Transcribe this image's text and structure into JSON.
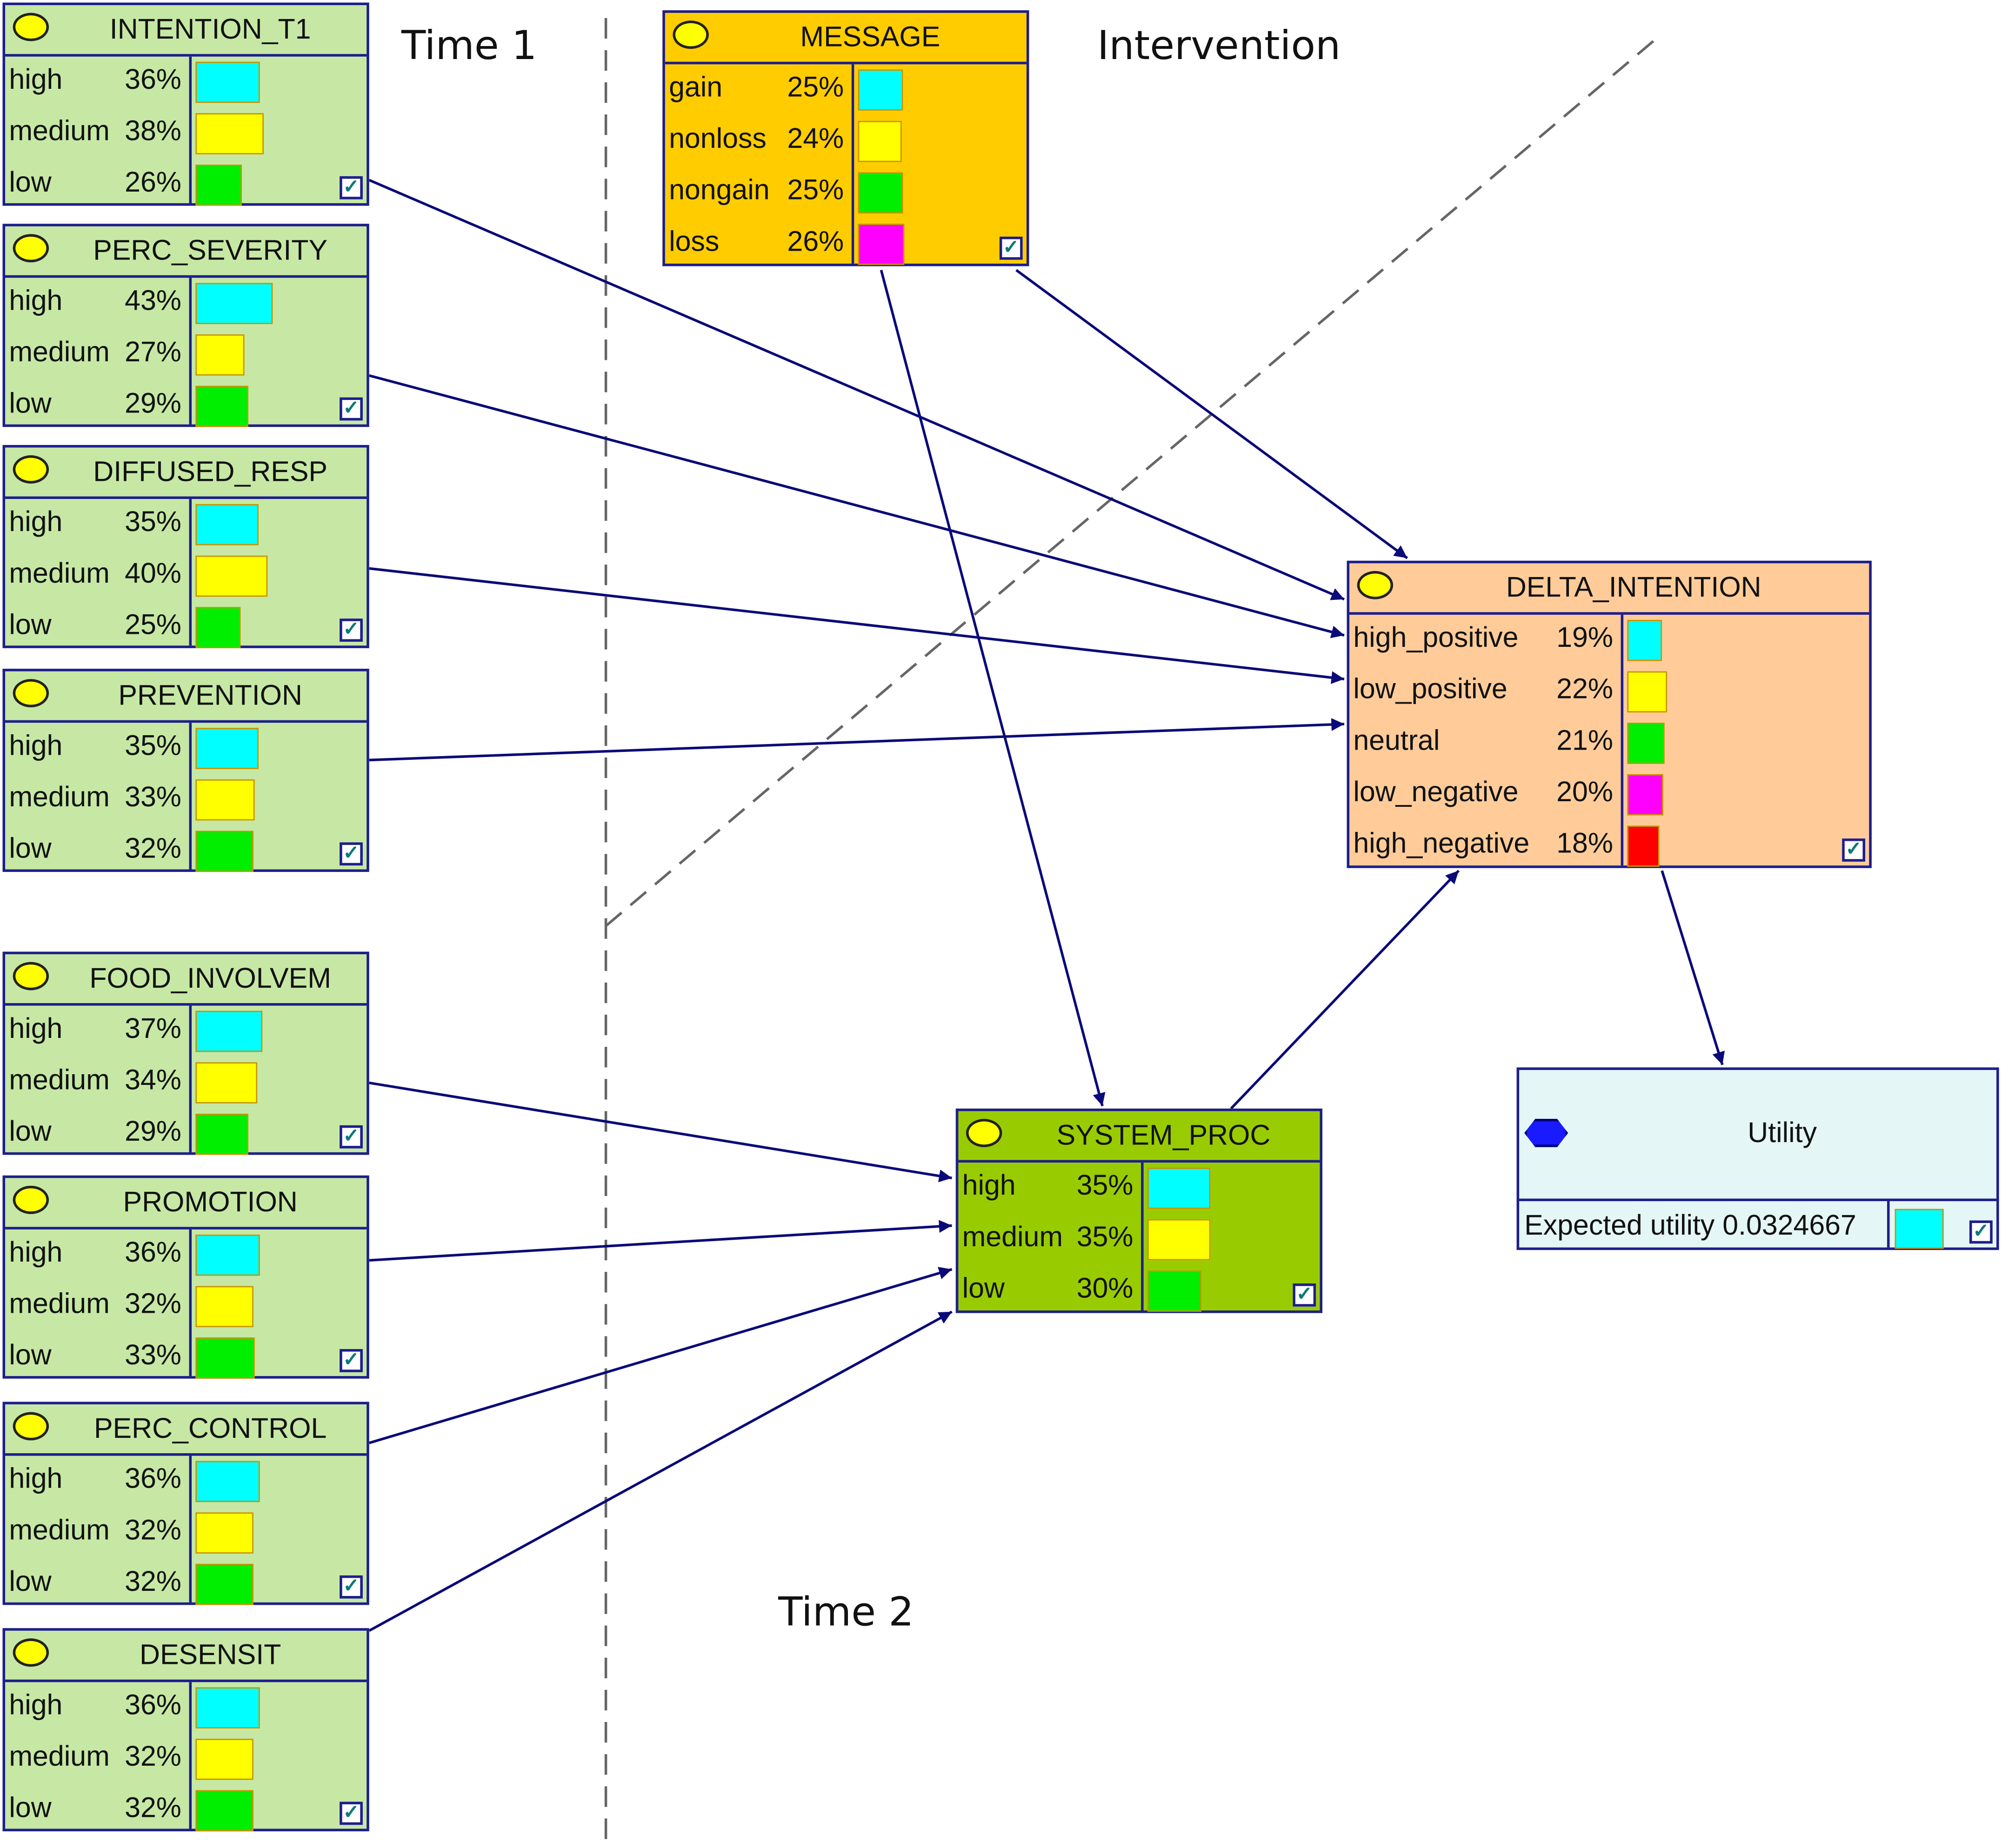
{
  "labels": {
    "time1": "Time 1",
    "intervention": "Intervention",
    "time2": "Time 2"
  },
  "colors": {
    "cyan": "#00ffff",
    "yellow": "#ffff00",
    "green": "#00ee00",
    "magenta": "#ff00ff",
    "red": "#ff0000",
    "node_green": "#c6e8a4",
    "node_orange": "#ffcc00",
    "node_peach": "#ffcc99",
    "node_olive": "#99cc00",
    "node_utility": "#e4f6f6",
    "edge": "#0a0a78"
  },
  "nodes": [
    {
      "id": "intention_t1",
      "title": "INTENTION_T1",
      "states": [
        {
          "name": "high",
          "pct": "36%",
          "value": 0.36,
          "color": "cyan"
        },
        {
          "name": "medium",
          "pct": "38%",
          "value": 0.38,
          "color": "yellow"
        },
        {
          "name": "low",
          "pct": "26%",
          "value": 0.26,
          "color": "green"
        }
      ]
    },
    {
      "id": "perc_severity",
      "title": "PERC_SEVERITY",
      "states": [
        {
          "name": "high",
          "pct": "43%",
          "value": 0.43,
          "color": "cyan"
        },
        {
          "name": "medium",
          "pct": "27%",
          "value": 0.27,
          "color": "yellow"
        },
        {
          "name": "low",
          "pct": "29%",
          "value": 0.29,
          "color": "green"
        }
      ]
    },
    {
      "id": "diffused_resp",
      "title": "DIFFUSED_RESP",
      "states": [
        {
          "name": "high",
          "pct": "35%",
          "value": 0.35,
          "color": "cyan"
        },
        {
          "name": "medium",
          "pct": "40%",
          "value": 0.4,
          "color": "yellow"
        },
        {
          "name": "low",
          "pct": "25%",
          "value": 0.25,
          "color": "green"
        }
      ]
    },
    {
      "id": "prevention",
      "title": "PREVENTION",
      "states": [
        {
          "name": "high",
          "pct": "35%",
          "value": 0.35,
          "color": "cyan"
        },
        {
          "name": "medium",
          "pct": "33%",
          "value": 0.33,
          "color": "yellow"
        },
        {
          "name": "low",
          "pct": "32%",
          "value": 0.32,
          "color": "green"
        }
      ]
    },
    {
      "id": "food_involvem",
      "title": "FOOD_INVOLVEM",
      "states": [
        {
          "name": "high",
          "pct": "37%",
          "value": 0.37,
          "color": "cyan"
        },
        {
          "name": "medium",
          "pct": "34%",
          "value": 0.34,
          "color": "yellow"
        },
        {
          "name": "low",
          "pct": "29%",
          "value": 0.29,
          "color": "green"
        }
      ]
    },
    {
      "id": "promotion",
      "title": "PROMOTION",
      "states": [
        {
          "name": "high",
          "pct": "36%",
          "value": 0.36,
          "color": "cyan"
        },
        {
          "name": "medium",
          "pct": "32%",
          "value": 0.32,
          "color": "yellow"
        },
        {
          "name": "low",
          "pct": "33%",
          "value": 0.33,
          "color": "green"
        }
      ]
    },
    {
      "id": "perc_control",
      "title": "PERC_CONTROL",
      "states": [
        {
          "name": "high",
          "pct": "36%",
          "value": 0.36,
          "color": "cyan"
        },
        {
          "name": "medium",
          "pct": "32%",
          "value": 0.32,
          "color": "yellow"
        },
        {
          "name": "low",
          "pct": "32%",
          "value": 0.32,
          "color": "green"
        }
      ]
    },
    {
      "id": "desensit",
      "title": "DESENSIT",
      "states": [
        {
          "name": "high",
          "pct": "36%",
          "value": 0.36,
          "color": "cyan"
        },
        {
          "name": "medium",
          "pct": "32%",
          "value": 0.32,
          "color": "yellow"
        },
        {
          "name": "low",
          "pct": "32%",
          "value": 0.32,
          "color": "green"
        }
      ]
    },
    {
      "id": "message",
      "title": "MESSAGE",
      "states": [
        {
          "name": "gain",
          "pct": "25%",
          "value": 0.25,
          "color": "cyan"
        },
        {
          "name": "nonloss",
          "pct": "24%",
          "value": 0.24,
          "color": "yellow"
        },
        {
          "name": "nongain",
          "pct": "25%",
          "value": 0.25,
          "color": "green"
        },
        {
          "name": "loss",
          "pct": "26%",
          "value": 0.26,
          "color": "magenta"
        }
      ]
    },
    {
      "id": "delta_intention",
      "title": "DELTA_INTENTION",
      "states": [
        {
          "name": "high_positive",
          "pct": "19%",
          "value": 0.19,
          "color": "cyan"
        },
        {
          "name": "low_positive",
          "pct": "22%",
          "value": 0.22,
          "color": "yellow"
        },
        {
          "name": "neutral",
          "pct": "21%",
          "value": 0.21,
          "color": "green"
        },
        {
          "name": "low_negative",
          "pct": "20%",
          "value": 0.2,
          "color": "magenta"
        },
        {
          "name": "high_negative",
          "pct": "18%",
          "value": 0.18,
          "color": "red"
        }
      ]
    },
    {
      "id": "system_proc",
      "title": "SYSTEM_PROC",
      "states": [
        {
          "name": "high",
          "pct": "35%",
          "value": 0.35,
          "color": "cyan"
        },
        {
          "name": "medium",
          "pct": "35%",
          "value": 0.35,
          "color": "yellow"
        },
        {
          "name": "low",
          "pct": "30%",
          "value": 0.3,
          "color": "green"
        }
      ]
    }
  ],
  "utility": {
    "title": "Utility",
    "expected_label": "Expected utility 0.0324667",
    "expected_value": 0.0324667,
    "color": "cyan"
  },
  "edges": [
    {
      "from": "intention_t1",
      "to": "delta_intention"
    },
    {
      "from": "perc_severity",
      "to": "delta_intention"
    },
    {
      "from": "diffused_resp",
      "to": "delta_intention"
    },
    {
      "from": "prevention",
      "to": "delta_intention"
    },
    {
      "from": "message",
      "to": "delta_intention"
    },
    {
      "from": "message",
      "to": "system_proc"
    },
    {
      "from": "food_involvem",
      "to": "system_proc"
    },
    {
      "from": "promotion",
      "to": "system_proc"
    },
    {
      "from": "perc_control",
      "to": "system_proc"
    },
    {
      "from": "desensit",
      "to": "system_proc"
    },
    {
      "from": "system_proc",
      "to": "delta_intention"
    },
    {
      "from": "delta_intention",
      "to": "utility"
    }
  ],
  "check_glyph": "✓"
}
